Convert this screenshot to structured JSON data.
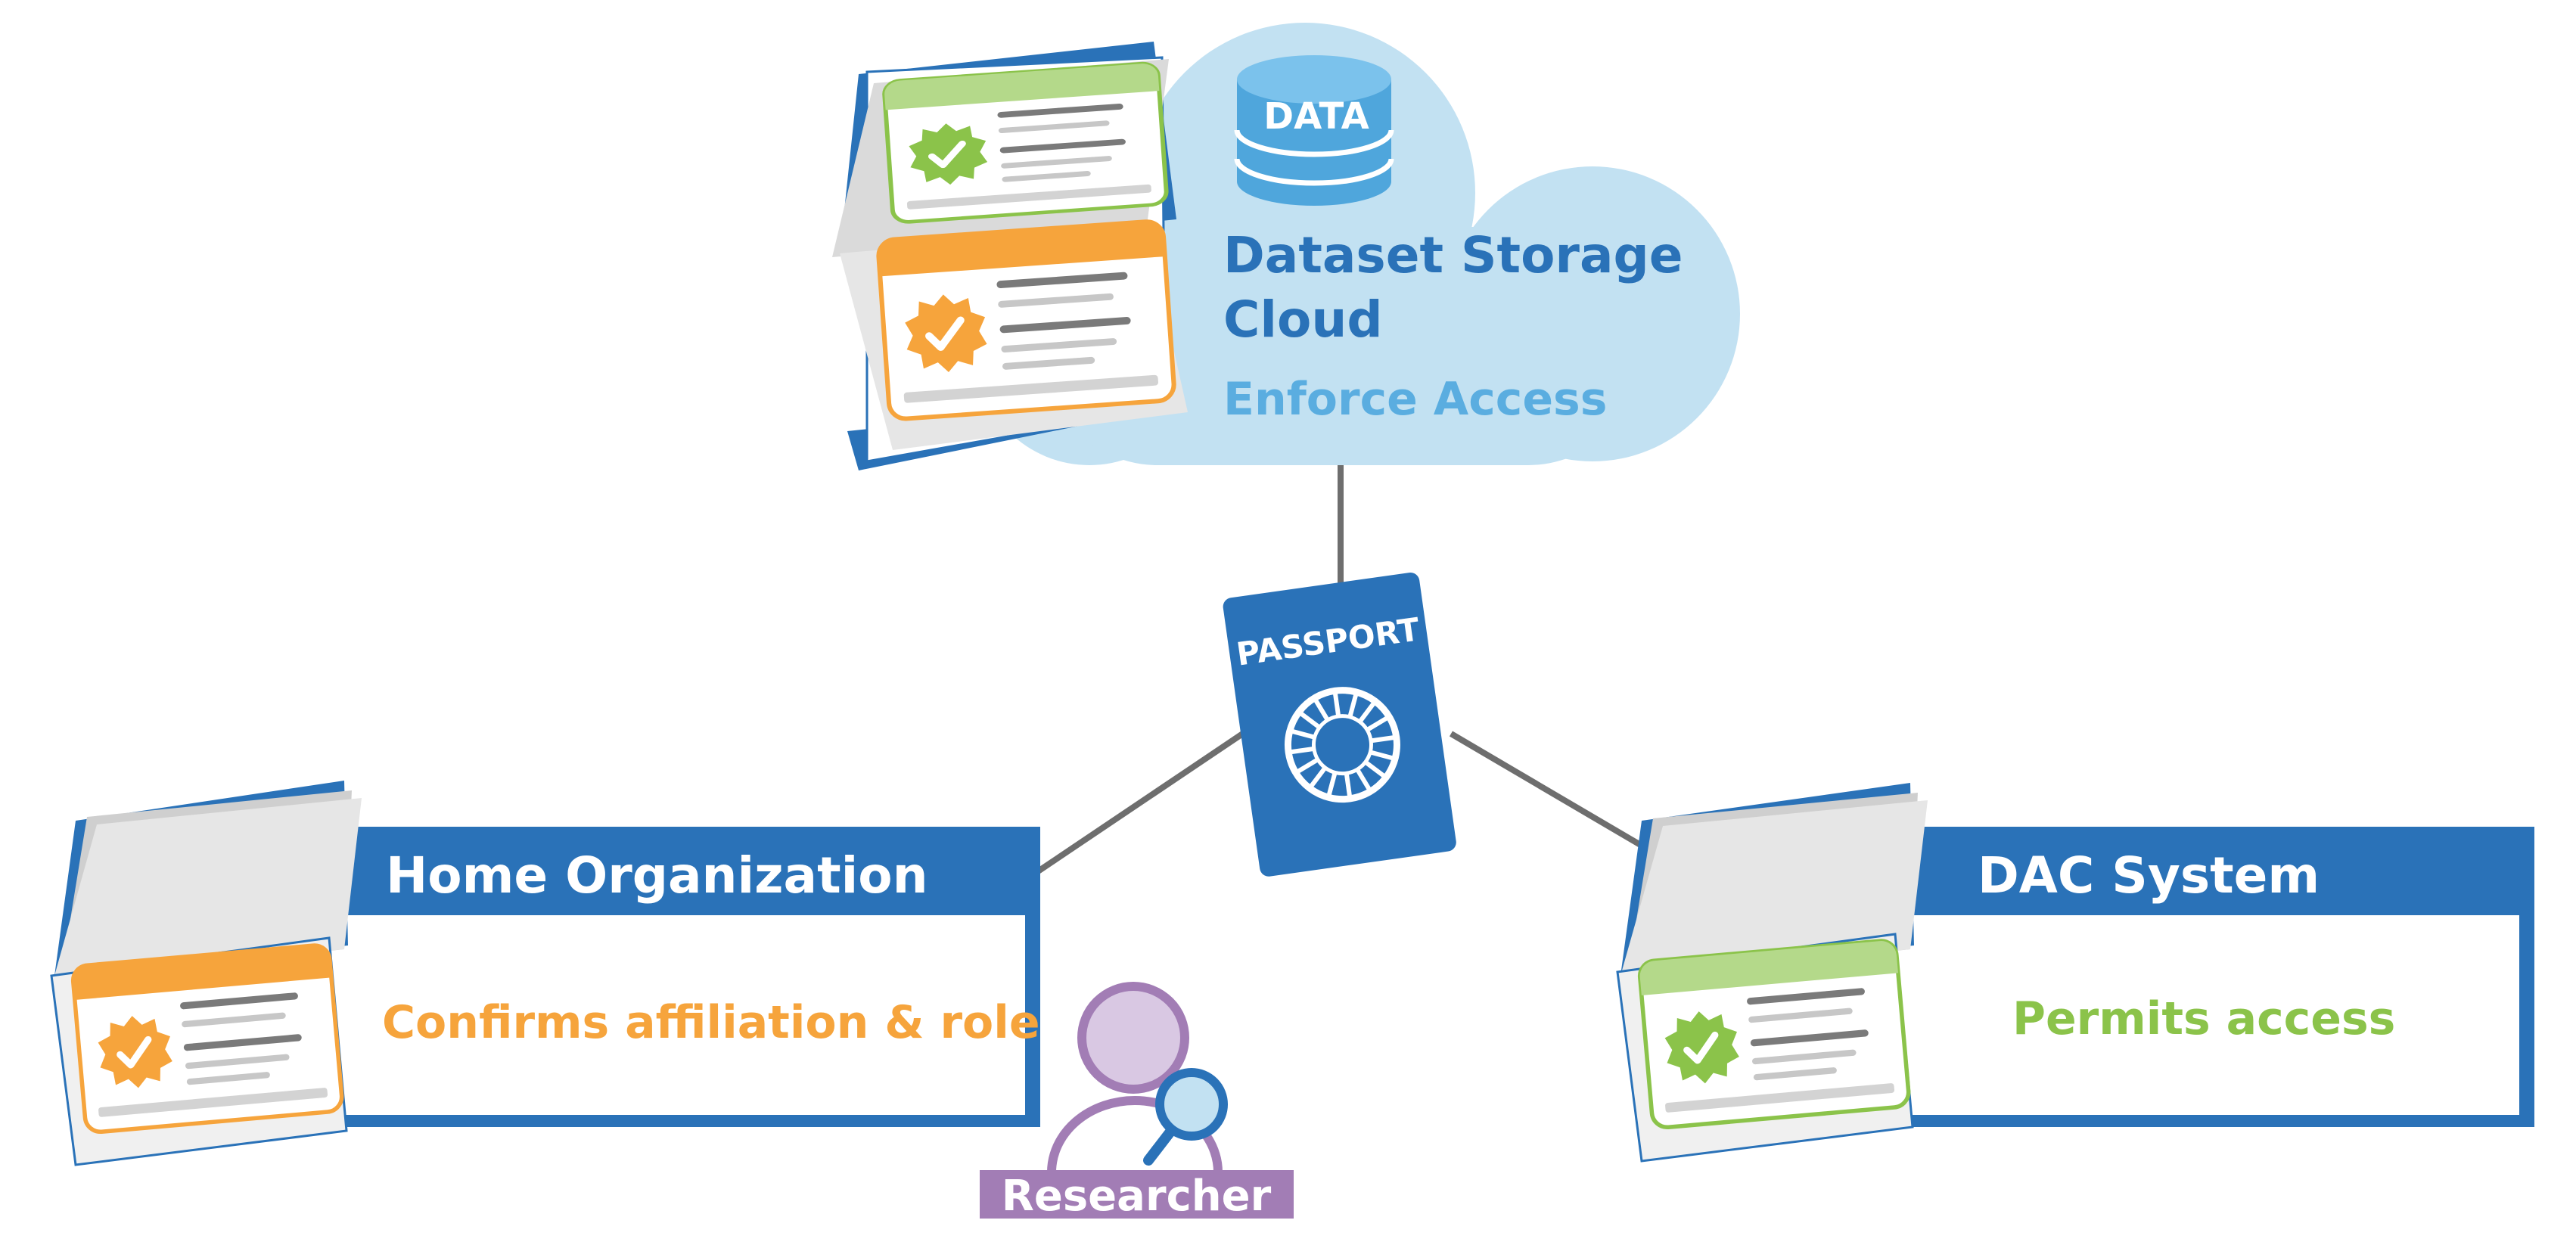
{
  "cloud": {
    "title_line1": "Dataset Storage",
    "title_line2": "Cloud",
    "subtitle": "Enforce Access",
    "db_label": "DATA"
  },
  "passport": {
    "label": "PASSPORT"
  },
  "home_org": {
    "title": "Home Organization",
    "description": "Confirms affiliation & role"
  },
  "dac": {
    "title": "DAC System",
    "description": "Permits access"
  },
  "researcher": {
    "label": "Researcher"
  },
  "colors": {
    "blue": "#2a72b8",
    "light_blue": "#5aade0",
    "cloud_fill": "#c2e1f2",
    "orange": "#f6a43c",
    "green": "#8bc34a",
    "green_light": "#b4d98a",
    "purple": "#a27db5",
    "connector": "#6e6e6e",
    "page_gray": "#e4e4e4"
  }
}
